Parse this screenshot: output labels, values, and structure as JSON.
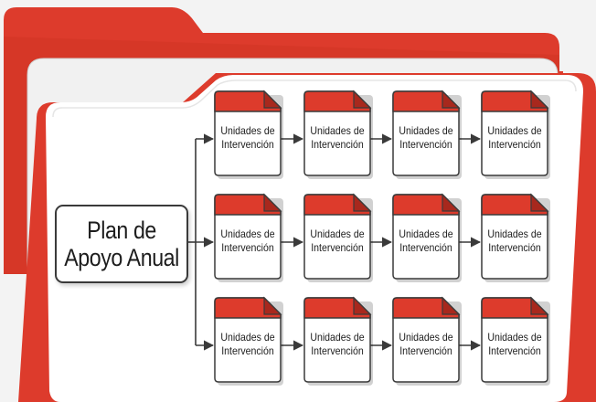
{
  "plan": {
    "line1": "Plan de",
    "line2": "Apoyo Anual"
  },
  "unit": {
    "line1": "Unidades de",
    "line2": "Intervención"
  },
  "grid": {
    "rows": 3,
    "cols": 4
  },
  "colors": {
    "folder_red": "#dd3b2c",
    "folder_red_dark": "#a8281d",
    "doc_red": "#dd3b2c",
    "outline": "#3a3a3a",
    "paper": "#ffffff",
    "background": "#f3f3f3"
  }
}
